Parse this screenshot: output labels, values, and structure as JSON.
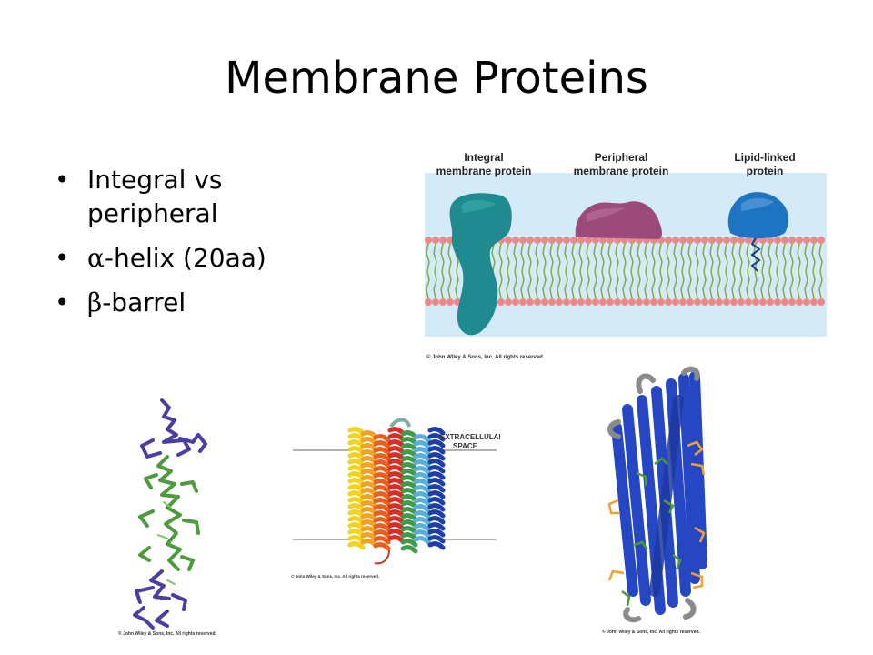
{
  "slide": {
    "title": "Membrane Proteins",
    "bullets": [
      {
        "symbol": "",
        "text": "Integral vs peripheral"
      },
      {
        "symbol": "α",
        "text": "-helix (20aa)"
      },
      {
        "symbol": "β",
        "text": "-barrel"
      }
    ]
  },
  "membrane_figure": {
    "labels": {
      "integral": [
        "Integral",
        "membrane protein"
      ],
      "peripheral": [
        "Peripheral",
        "membrane protein"
      ],
      "lipid_linked": [
        "Lipid-linked",
        "protein"
      ]
    },
    "copyright": "© John Wiley & Sons, Inc. All rights reserved."
  },
  "helix_figure": {
    "copyright": "© John Wiley & Sons, Inc. All rights reserved."
  },
  "bundle_figure": {
    "label": [
      "EXTRACELLULAR",
      "SPACE"
    ],
    "copyright": "© John Wiley & Sons, Inc. All rights reserved."
  },
  "barrel_figure": {
    "copyright": "© John Wiley & Sons, Inc. All rights reserved."
  },
  "colors": {
    "integral": "#1f8a8f",
    "peripheral": "#9b4a7a",
    "lipid_linked": "#1f74c2",
    "headgroup": "#e98a8a",
    "tail": "#7ba83a",
    "water": "#cfe7f6",
    "helix_purple": "#4a3fa0",
    "helix_green": "#4f9a3e",
    "barrel_blue": "#2647c4",
    "barrel_orange": "#f0a030"
  }
}
